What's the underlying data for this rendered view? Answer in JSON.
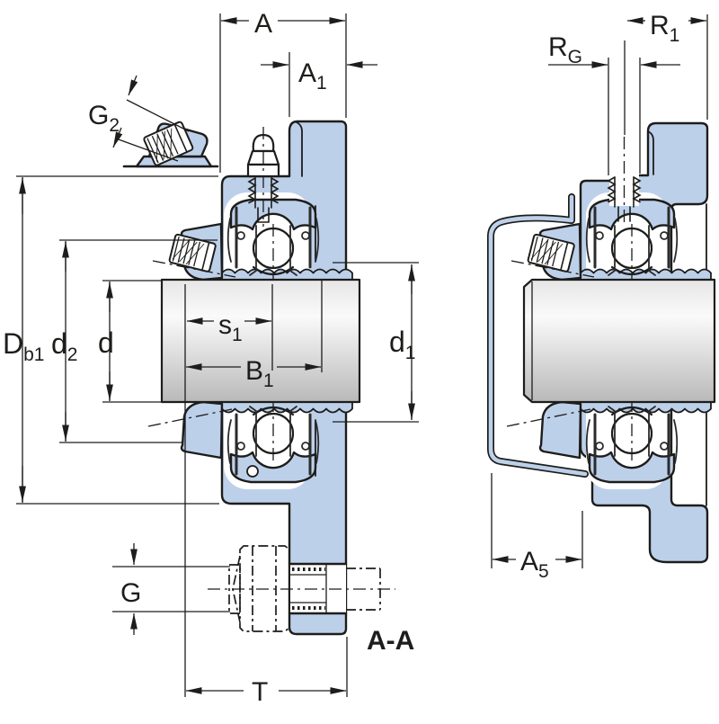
{
  "section_label": "A-A",
  "colors": {
    "housing": "#bdd0ea",
    "outline": "#1d1d1b",
    "shaft_light": "#fafafa",
    "shaft_dark": "#b9b9b9",
    "background": "#ffffff"
  },
  "dimensions": {
    "A": {
      "main": "A",
      "sub": ""
    },
    "A1": {
      "main": "A",
      "sub": "1"
    },
    "G2": {
      "main": "G",
      "sub": "2"
    },
    "RG": {
      "main": "R",
      "sub": "G"
    },
    "R1": {
      "main": "R",
      "sub": "1"
    },
    "Db1": {
      "main": "D",
      "sub": "b1"
    },
    "d2": {
      "main": "d",
      "sub": "2"
    },
    "d": {
      "main": "d",
      "sub": ""
    },
    "s1": {
      "main": "s",
      "sub": "1"
    },
    "B1": {
      "main": "B",
      "sub": "1"
    },
    "d1": {
      "main": "d",
      "sub": "1"
    },
    "G": {
      "main": "G",
      "sub": ""
    },
    "A5": {
      "main": "A",
      "sub": "5"
    },
    "T": {
      "main": "T",
      "sub": ""
    }
  }
}
